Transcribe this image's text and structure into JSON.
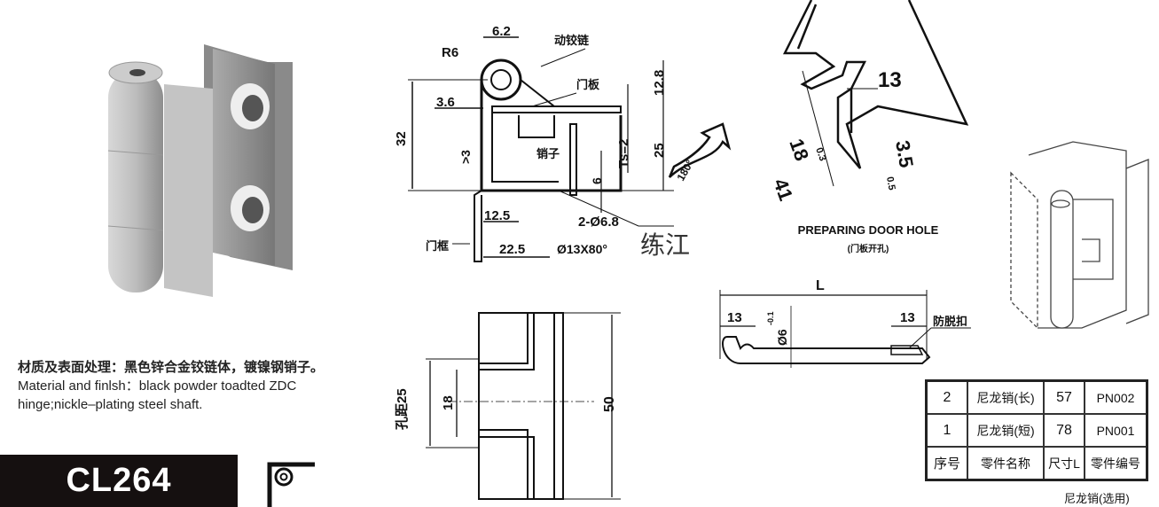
{
  "description": {
    "cn": "材质及表面处理：黑色锌合金铰链体，镀镍钢销子。",
    "en_line1": "Material and finlsh：black powder toadted ZDC",
    "en_line2": "hinge;nickle–plating steel shaft."
  },
  "model": "CL264",
  "section_view": {
    "dim_6_2": "6.2",
    "r6": "R6",
    "moving_hinge": "动铰链",
    "door_panel": "门板",
    "dim_3_6": "3.6",
    "dim_12_8": "12.8",
    "dim_32": "32",
    "dim_gt3": ">3",
    "pin": "销子",
    "ts": "Ts=2",
    "dim_25": "25",
    "dim_6": "6",
    "rotation": "180°",
    "dim_12_5": "12.5",
    "holes": "2-Ø6.8",
    "door_frame": "门框",
    "dim_22_5": "22.5",
    "countersink": "Ø13X80°"
  },
  "door_hole": {
    "dim_13": "13",
    "dim_18": "18",
    "tol_18": "0.3",
    "dim_41": "41",
    "dim_3_5": "3.5",
    "tol_3_5": "0.5",
    "title": "PREPARING DOOR HOLE",
    "subtitle": "(门板开孔)"
  },
  "front_view": {
    "hole_pitch": "孔距25",
    "dim_18": "18",
    "dim_50": "50"
  },
  "pin_view": {
    "length": "L",
    "dim_13_left": "13",
    "dim_13_right": "13",
    "diameter": "Ø6",
    "tol": "-0.1",
    "retainer": "防脱扣"
  },
  "parts_table": {
    "rows": [
      {
        "no": "2",
        "name": "尼龙销(长)",
        "size": "57",
        "code": "PN002"
      },
      {
        "no": "1",
        "name": "尼龙销(短)",
        "size": "78",
        "code": "PN001"
      }
    ],
    "headers": {
      "no": "序号",
      "name": "零件名称",
      "size": "尺寸L",
      "code": "零件编号"
    },
    "caption": "尼龙销(选用)"
  },
  "watermark": "练江"
}
